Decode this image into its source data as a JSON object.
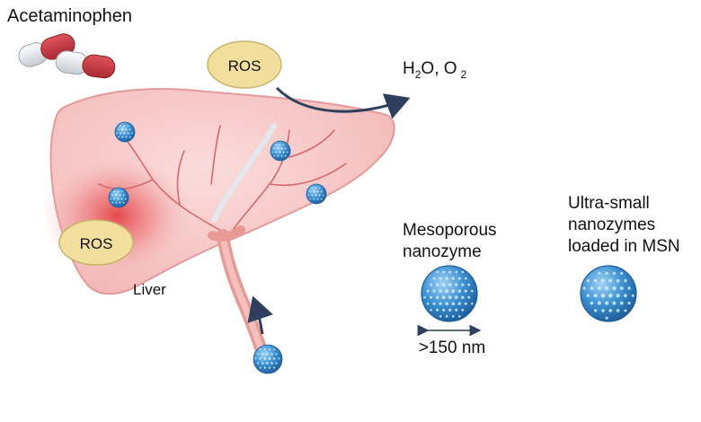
{
  "labels": {
    "drug": "Acetaminophen",
    "ros_top": "ROS",
    "ros_liver": "ROS",
    "liver": "Liver",
    "products_main": "H",
    "products_sub": "2",
    "products_mid": "O, O",
    "products_sub2": "2",
    "meso_line1": "Mesoporous",
    "meso_line2": "nanozyme",
    "size": ">150 nm",
    "ultra_line1": "Ultra-small",
    "ultra_line2": "nanozymes",
    "ultra_line3": "loaded in MSN"
  },
  "colors": {
    "liver_fill": "#f6c9c8",
    "liver_edge": "#e49a9a",
    "inflamed": "#e2393f",
    "ros_fill": "#f2df9e",
    "ros_edge": "#c9b36a",
    "nanozyme": "#3b8fd0",
    "arrow": "#2f3e5c",
    "vessel": "#e79a96"
  }
}
